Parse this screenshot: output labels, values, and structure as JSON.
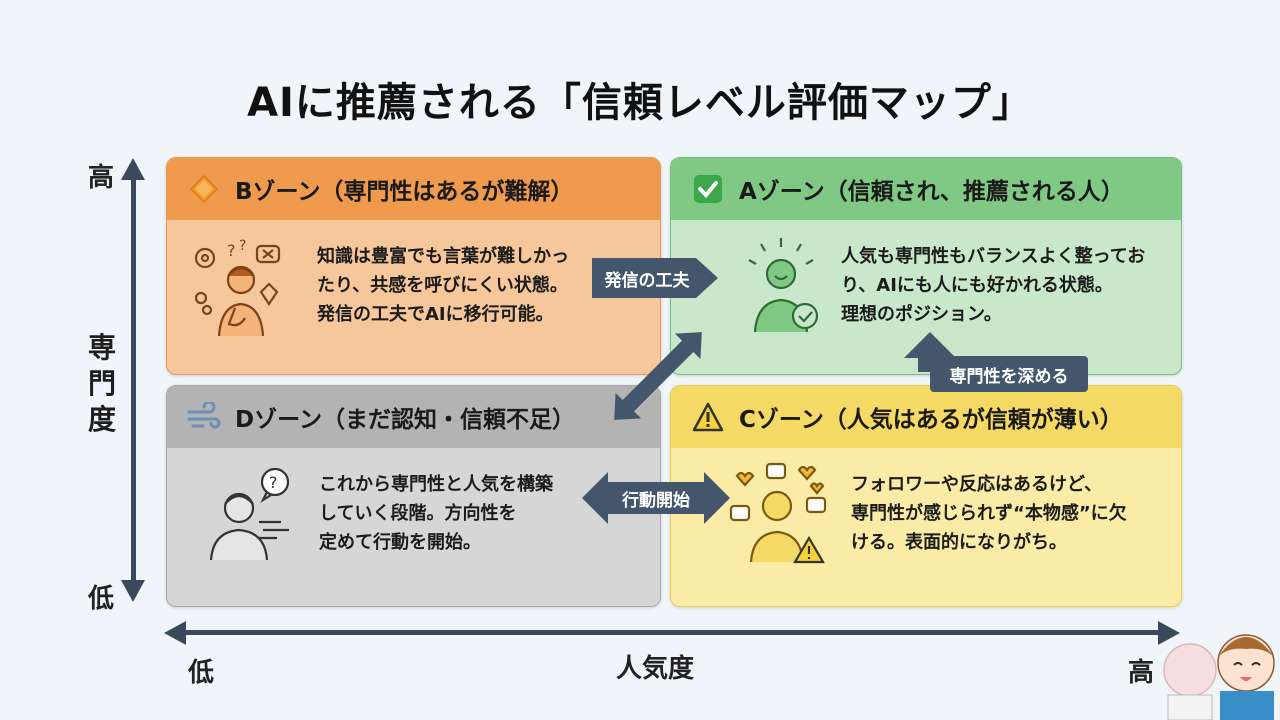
{
  "title": "AIに推薦される「信頼レベル評価マップ」",
  "y_axis": {
    "label": "専門度",
    "high": "高",
    "low": "低"
  },
  "x_axis": {
    "label": "人気度",
    "high": "高",
    "low": "低"
  },
  "zones": {
    "b": {
      "heading": "Bゾーン（専門性はあるが難解）",
      "icon": "orange-diamond-icon",
      "lines": [
        "知識は豊富でも言葉が難しかっ",
        "たり、共感を呼びにくい状態。",
        "発信の工夫でAIに移行可能。"
      ],
      "color": "#ef9a4c"
    },
    "a": {
      "heading": "Aゾーン（信頼され、推薦される人）",
      "icon": "check-mark-icon",
      "lines": [
        "人気も専門性もバランスよく整ってお",
        "り、AIにも人にも好かれる状態。",
        "理想のポジション。"
      ],
      "color": "#7fc984"
    },
    "d": {
      "heading": "Dゾーン（まだ認知・信頼不足）",
      "icon": "wind-icon",
      "lines": [
        "これから専門性と人気を構築",
        "していく段階。方向性を",
        "定めて行動を開始。"
      ],
      "color": "#b3b3b3"
    },
    "c": {
      "heading": "Cゾーン（人気はあるが信頼が薄い）",
      "icon": "warning-icon",
      "lines": [
        "フォロワーや反応はあるけど、",
        "専門性が感じられず“本物感”に欠",
        "ける。表面的になりがち。"
      ],
      "color": "#f4d964"
    }
  },
  "transitions": {
    "b_to_a": "発信の工夫",
    "c_to_a": "専門性を深める",
    "d_to_c": "行動開始"
  }
}
